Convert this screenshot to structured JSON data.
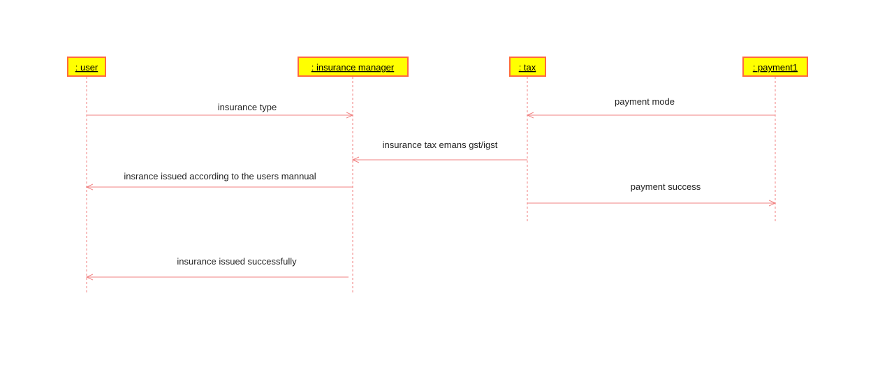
{
  "colors": {
    "participant_fill": "#ffff00",
    "participant_border": "#ff6a3c",
    "line": "#f08080",
    "text": "#222222"
  },
  "participants": [
    {
      "id": "user",
      "label": ": user"
    },
    {
      "id": "insurance-manager",
      "label": ": insurance manager"
    },
    {
      "id": "tax",
      "label": ": tax"
    },
    {
      "id": "payment1",
      "label": ": payment1"
    }
  ],
  "messages": [
    {
      "from": "user",
      "to": "insurance-manager",
      "label": "insurance type"
    },
    {
      "from": "payment1",
      "to": "tax",
      "label": "payment mode"
    },
    {
      "from": "tax",
      "to": "insurance-manager",
      "label": "insurance tax emans gst/igst"
    },
    {
      "from": "insurance-manager",
      "to": "user",
      "label": "insrance issued according to the users mannual"
    },
    {
      "from": "tax",
      "to": "payment1",
      "label": "payment success"
    },
    {
      "from": "insurance-manager",
      "to": "user",
      "label": "insurance issued successfully"
    }
  ]
}
